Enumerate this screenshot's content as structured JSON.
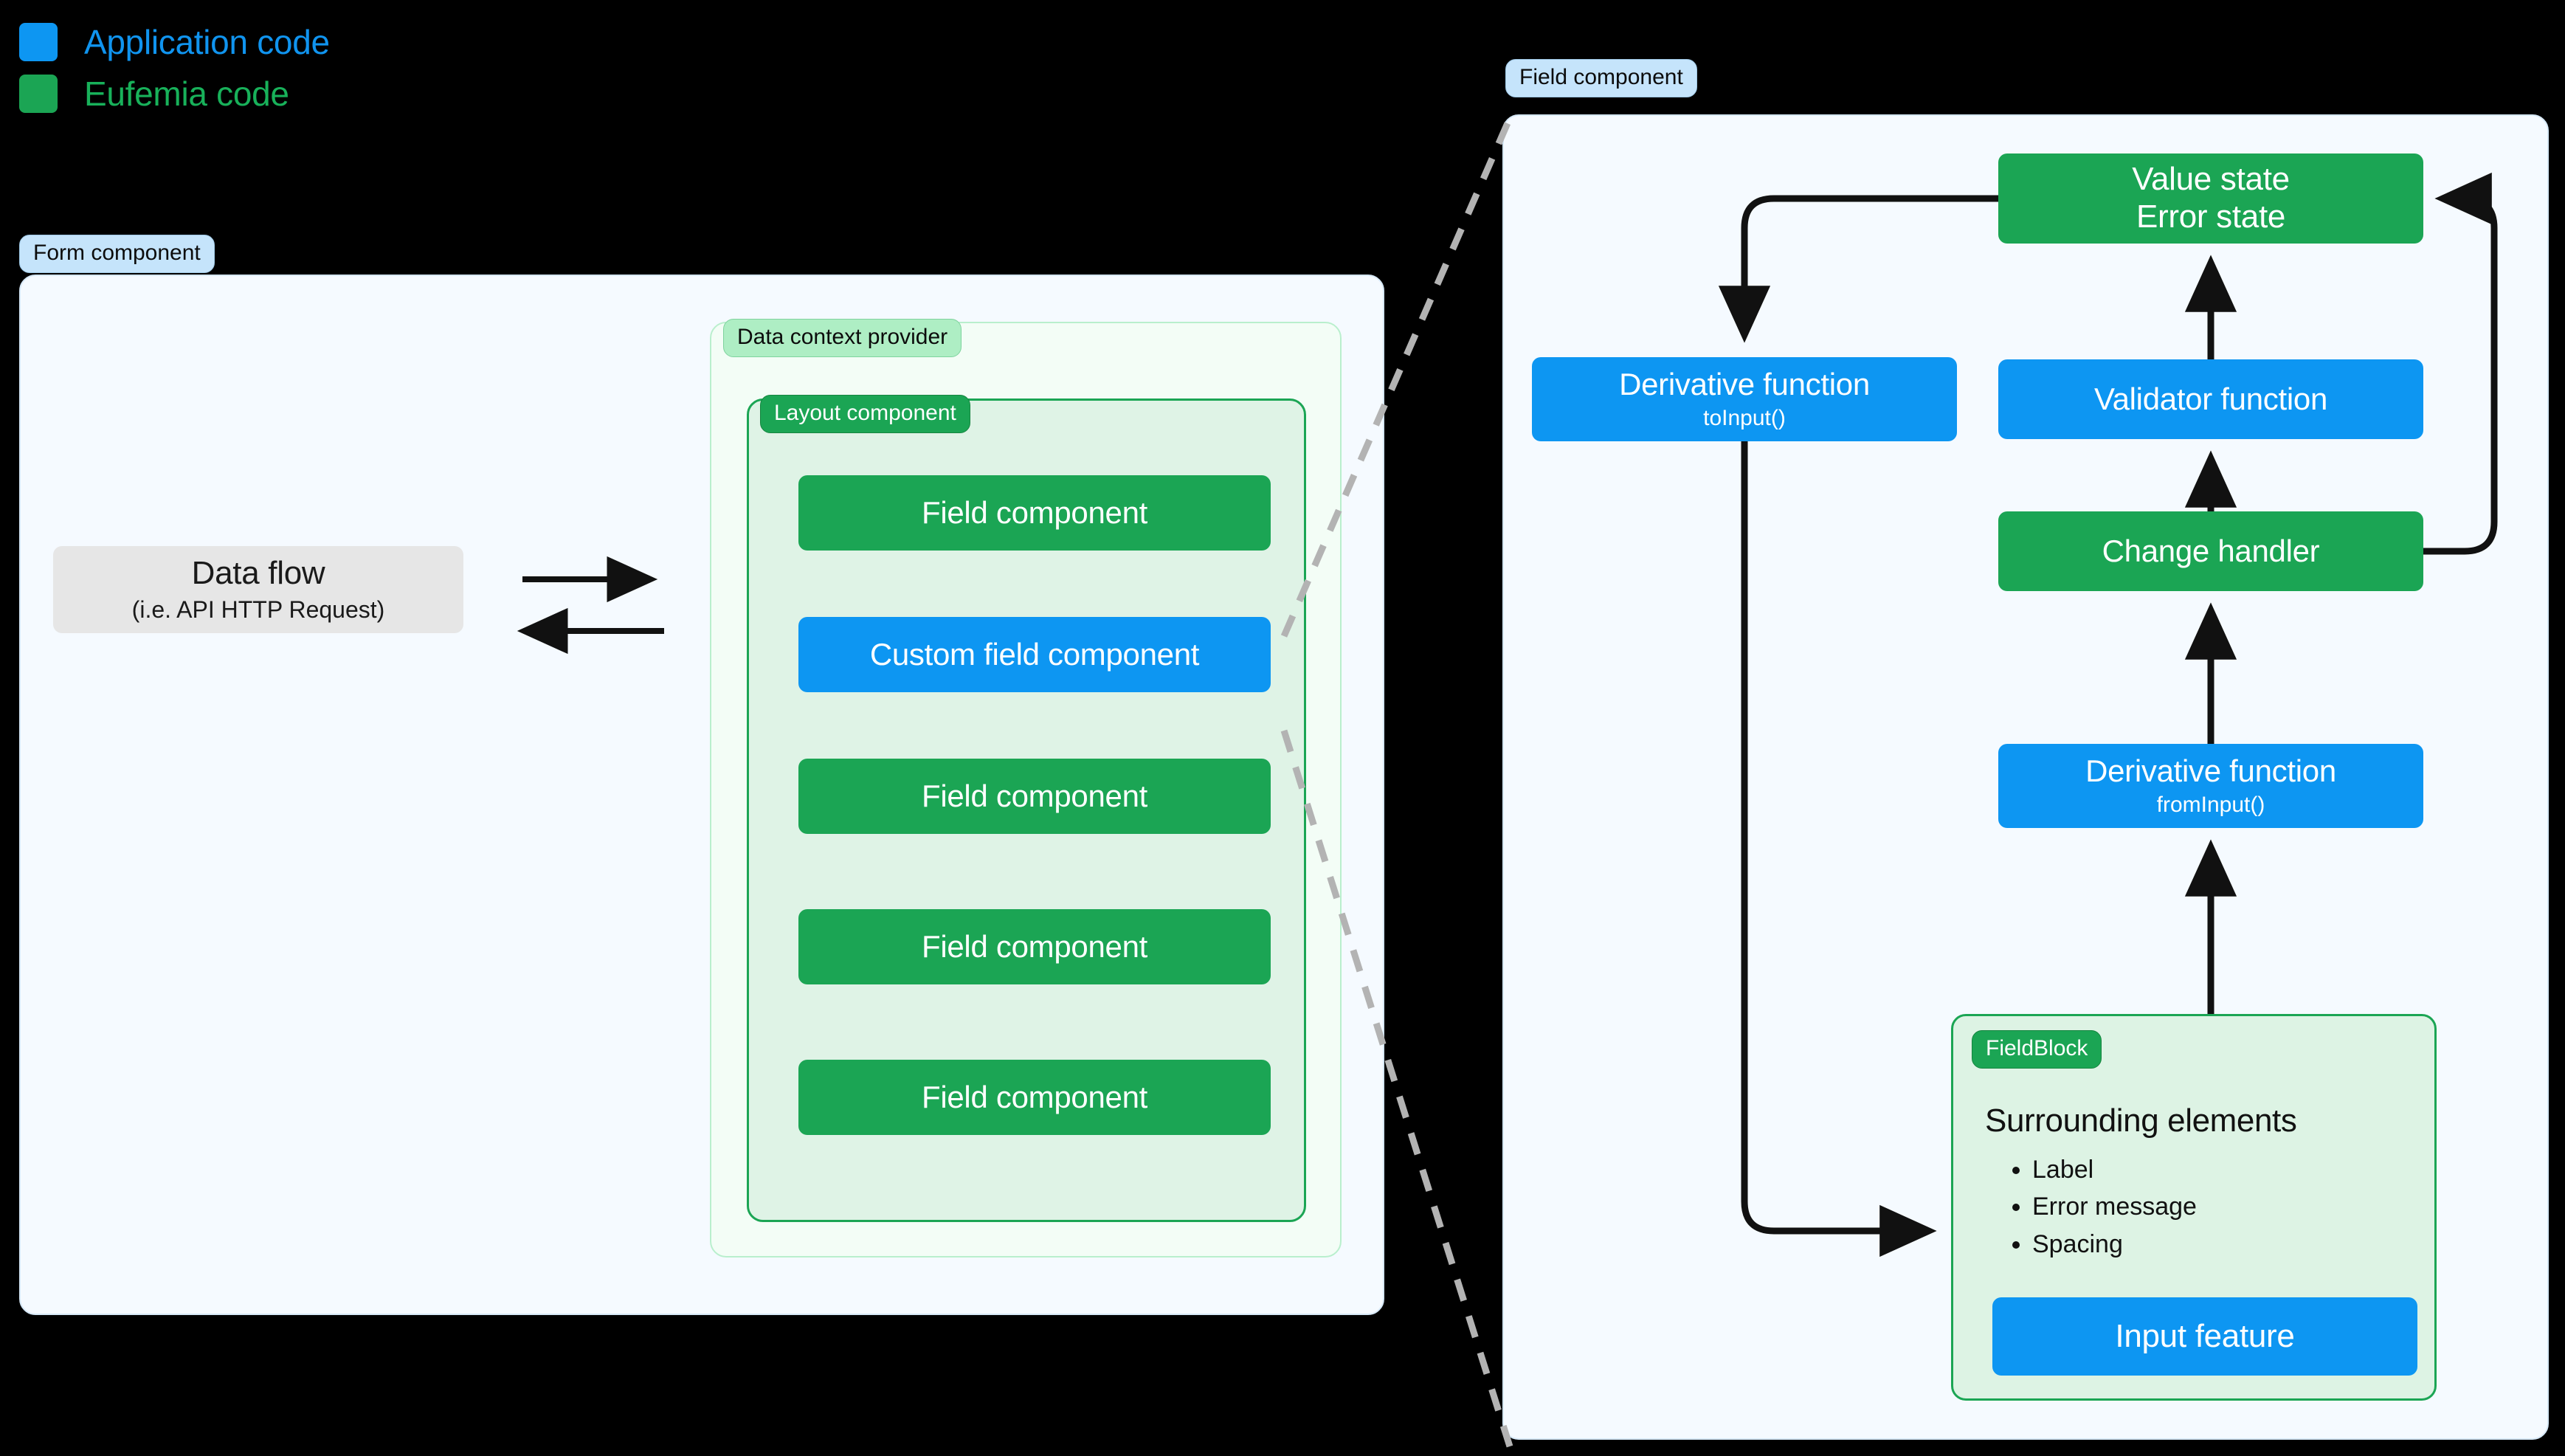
{
  "legend": {
    "items": [
      {
        "label": "Application code",
        "color": "#0d96f2",
        "swatch": "#0d96f2"
      },
      {
        "label": "Eufemia code",
        "color": "#18b15a",
        "swatch": "#1ba554"
      }
    ]
  },
  "form_panel": {
    "tag": "Form component",
    "data_flow": {
      "title": "Data flow",
      "subtitle": "(i.e. API HTTP Request)"
    },
    "data_context_provider": {
      "tag": "Data context provider"
    },
    "layout_component": {
      "tag": "Layout component",
      "fields": [
        {
          "label": "Field component",
          "kind": "eufemia"
        },
        {
          "label": "Custom field component",
          "kind": "application"
        },
        {
          "label": "Field component",
          "kind": "eufemia"
        },
        {
          "label": "Field component",
          "kind": "eufemia"
        },
        {
          "label": "Field component",
          "kind": "eufemia"
        }
      ]
    }
  },
  "field_panel": {
    "tag": "Field component",
    "boxes": {
      "value_state": {
        "line1": "Value state",
        "line2": "Error state",
        "kind": "eufemia"
      },
      "to_input": {
        "line1": "Derivative function",
        "line2": "toInput()",
        "kind": "application"
      },
      "validator": {
        "line1": "Validator function",
        "kind": "application"
      },
      "change_handler": {
        "line1": "Change handler",
        "kind": "eufemia"
      },
      "from_input": {
        "line1": "Derivative function",
        "line2": "fromInput()",
        "kind": "application"
      },
      "input_feature": {
        "line1": "Input feature",
        "kind": "application"
      }
    },
    "field_block": {
      "tag": "FieldBlock",
      "heading": "Surrounding elements",
      "items": [
        "Label",
        "Error message",
        "Spacing"
      ]
    }
  },
  "colors": {
    "application": "#0d96f2",
    "eufemia": "#1ba554",
    "panel_bg": "#f5faff",
    "panel_border": "#d6e8f7",
    "arrow": "#111111",
    "dashed": "#b3b3b3",
    "background": "#000000"
  }
}
